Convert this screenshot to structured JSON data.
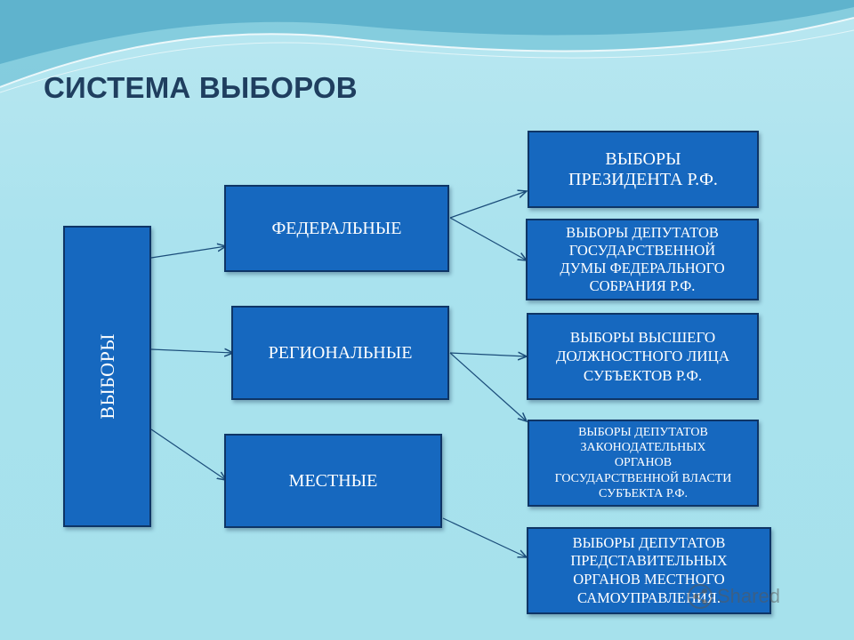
{
  "slide": {
    "title": "СИСТЕМА ВЫБОРОВ",
    "root": "ВЫБОРЫ",
    "levels": [
      {
        "label": "ФЕДЕРАЛЬНЫЕ"
      },
      {
        "label": "РЕГИОНАЛЬНЫЕ"
      },
      {
        "label": "МЕСТНЫЕ"
      }
    ],
    "outcomes": [
      {
        "label": "ВЫБОРЫ\nПРЕЗИДЕНТА Р.Ф."
      },
      {
        "label": "ВЫБОРЫ ДЕПУТАТОВ\nГОСУДАРСТВЕННОЙ\nДУМЫ ФЕДЕРАЛЬНОГО\nСОБРАНИЯ Р.Ф."
      },
      {
        "label": "ВЫБОРЫ ВЫСШЕГО\nДОЛЖНОСТНОГО ЛИЦА\nСУБЪЕКТОВ Р.Ф."
      },
      {
        "label": "ВЫБОРЫ ДЕПУТАТОВ\nЗАКОНОДАТЕЛЬНЫХ\nОРГАНОВ\nГОСУДАРСТВЕННОЙ ВЛАСТИ\nСУБЪЕКТА Р.Ф."
      },
      {
        "label": "ВЫБОРЫ ДЕПУТАТОВ\nПРЕДСТАВИТЕЛЬНЫХ\nОРГАНОВ МЕСТНОГО\nСАМОУПРАВЛЕНИЯ."
      }
    ]
  },
  "watermark": {
    "text": "Shared"
  }
}
